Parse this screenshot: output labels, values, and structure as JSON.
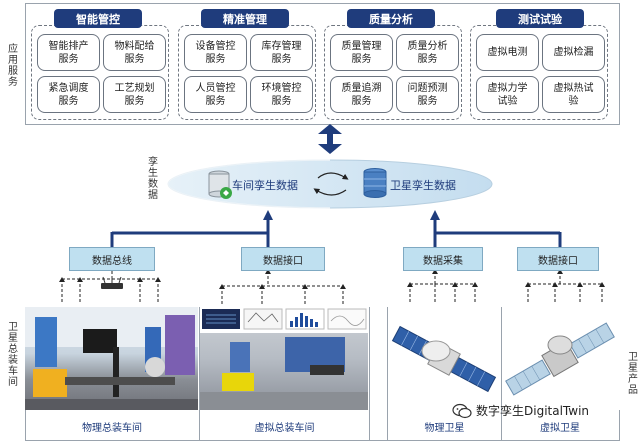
{
  "side_labels": {
    "app": "应用服务",
    "twin": "孪生数据",
    "workshop": "卫星总装车间",
    "product": "卫星产品"
  },
  "groups": [
    {
      "title": "智能管控",
      "items": [
        "智能排产服务",
        "物料配给服务",
        "紧急调度服务",
        "工艺规划服务"
      ]
    },
    {
      "title": "精准管理",
      "items": [
        "设备管控服务",
        "库存管理服务",
        "人员管控服务",
        "环境管控服务"
      ]
    },
    {
      "title": "质量分析",
      "items": [
        "质量管理服务",
        "质量分析服务",
        "质量追溯服务",
        "问题预测服务"
      ]
    },
    {
      "title": "测试试验",
      "items": [
        "虚拟电测",
        "虚拟检漏",
        "虚拟力学试验",
        "虚拟热试验"
      ]
    }
  ],
  "twin": {
    "workshop_data": "车间孪生数据",
    "satellite_data": "卫星孪生数据"
  },
  "middle_boxes": [
    "数据总线",
    "数据接口",
    "数据采集",
    "数据接口"
  ],
  "bottom_captions": [
    "物理总装车间",
    "虚拟总装车间",
    "物理卫星",
    "虚拟卫星"
  ],
  "watermark": "数字孪生DigitalTwin",
  "colors": {
    "title_bg": "#1f3c7c",
    "box_bg": "#bfe0f0",
    "arrow": "#1f3c7c"
  }
}
